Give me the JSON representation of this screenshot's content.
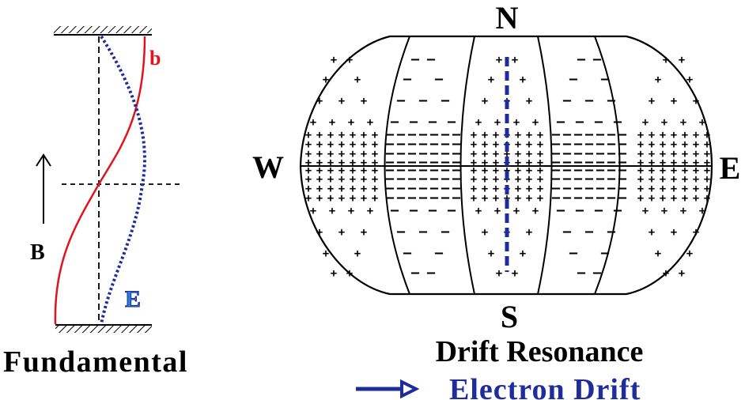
{
  "left_panel": {
    "title": "Fundamental",
    "b_label": "b",
    "e_label": "E",
    "field_label": "B",
    "colors": {
      "b_curve": "#e0141e",
      "e_curve": "#1f2d9c",
      "e_label": "#2a7fd4"
    }
  },
  "right_panel": {
    "compass": {
      "north": "N",
      "south": "S",
      "west": "W",
      "east": "E"
    },
    "title": "Drift Resonance",
    "legend_label": "Electron Drift",
    "colors": {
      "drift": "#1f2d9c",
      "legend_text": "#1f2d9c"
    },
    "sectors": [
      {
        "sign": "+"
      },
      {
        "sign": "-"
      },
      {
        "sign": "+"
      },
      {
        "sign": "-"
      },
      {
        "sign": "+"
      }
    ]
  }
}
